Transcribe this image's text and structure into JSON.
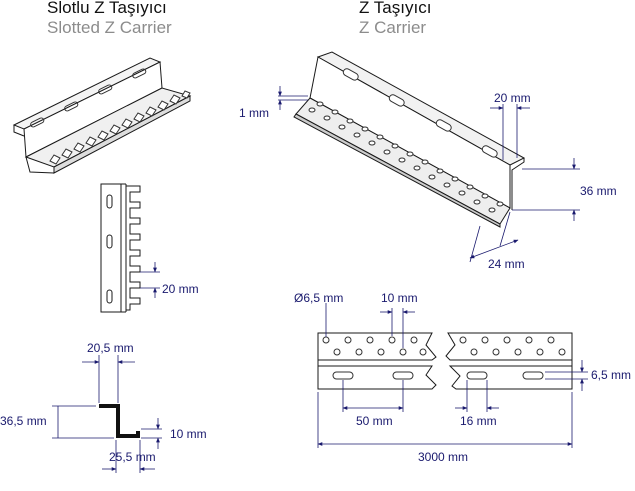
{
  "titles": {
    "slotted_tr": "Slotlu Z Taşıyıcı",
    "slotted_en": "Slotted Z Carrier",
    "z_tr": "Z Taşıyıcı",
    "z_en": "Z Carrier"
  },
  "dimensions": {
    "thickness": "1 mm",
    "flange_hole_pitch": "20 mm",
    "height": "36 mm",
    "bottom_flange": "24 mm",
    "slot_pitch_side": "20 mm",
    "top_flange": "20,5 mm",
    "section_height": "36,5 mm",
    "lip": "10 mm",
    "bottom_width": "25,5 mm",
    "hole_diameter": "Ø6,5 mm",
    "hole_pitch": "10 mm",
    "slot_pitch": "50 mm",
    "slot_length": "16 mm",
    "slot_height": "6,5 mm",
    "total_length": "3000 mm"
  },
  "colors": {
    "line": "#1a1a1a",
    "dimension": "#1a1a6e",
    "title_gray": "#8c8c8c"
  }
}
